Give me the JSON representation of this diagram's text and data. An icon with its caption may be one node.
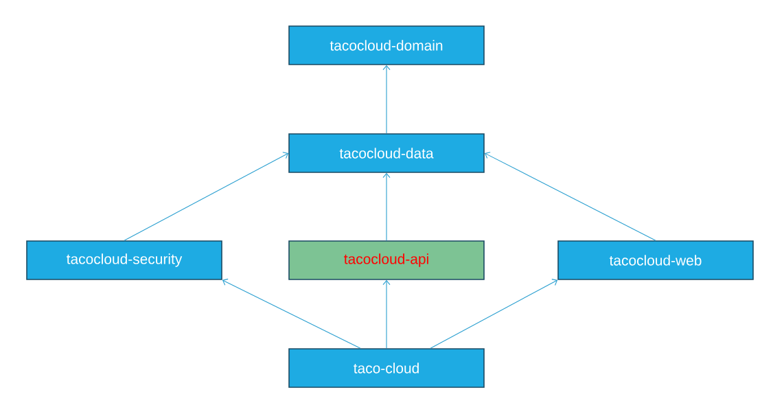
{
  "diagram": {
    "nodes": [
      {
        "text": [
          "tacocloud-domain"
        ]
      },
      {
        "text": [
          "tacocloud-data"
        ]
      },
      {
        "text": [
          "tacocloud-security"
        ]
      },
      {
        "text": [
          "tacocloud-api"
        ]
      },
      {
        "text": [
          "tacocloud-web"
        ]
      },
      {
        "text": [
          "taco-cloud"
        ]
      }
    ],
    "edges": [
      {
        "from": 1,
        "to": 0,
        "arrow": "to"
      },
      {
        "from": 2,
        "to": 1,
        "arrow": "to"
      },
      {
        "from": 3,
        "to": 1,
        "arrow": "to"
      },
      {
        "from": 4,
        "to": 1,
        "arrow": "to"
      },
      {
        "from": 5,
        "to": 2,
        "arrow": "to"
      },
      {
        "from": 5,
        "to": 3,
        "arrow": "to"
      },
      {
        "from": 5,
        "to": 4,
        "arrow": "to"
      }
    ]
  }
}
